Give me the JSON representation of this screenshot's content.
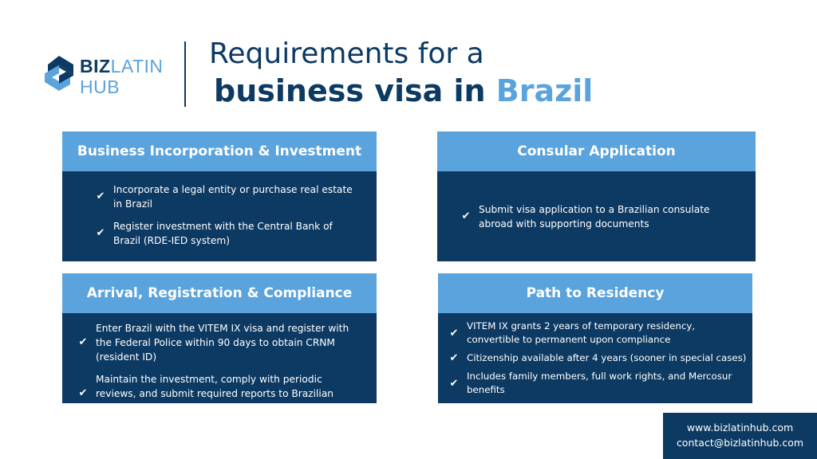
{
  "brand": {
    "name_part1": "BIZ",
    "name_part2": "LATIN",
    "name_part3": "HUB",
    "colors": {
      "navy": "#0d3a63",
      "light_blue": "#5aa3dc",
      "white": "#ffffff"
    },
    "icon": "bizlatinhub-logo-icon"
  },
  "title": {
    "line1": "Requirements for a",
    "line2_main": "business visa in ",
    "line2_accent": "Brazil"
  },
  "cards": [
    {
      "heading": "Business Incorporation & Investment",
      "items": [
        "Incorporate a legal entity or purchase real estate in Brazil",
        "Register investment with the Central Bank of Brazil (RDE-IED system)"
      ]
    },
    {
      "heading": "Consular Application",
      "items": [
        "Submit visa application to a Brazilian consulate abroad with supporting documents"
      ]
    },
    {
      "heading": "Arrival, Registration & Compliance",
      "items": [
        "Enter Brazil with the VITEM IX visa and register with the Federal Police within 90 days to obtain CRNM (resident ID)",
        "Maintain the investment, comply with periodic reviews, and submit required reports to Brazilian authorities"
      ]
    },
    {
      "heading": "Path to Residency",
      "items": [
        "VITEM IX grants 2 years of temporary residency, convertible to permanent upon compliance",
        "Citizenship available after 4 years (sooner in special cases)",
        "Includes family members, full work rights, and Mercosur benefits"
      ]
    }
  ],
  "check_glyph": "✔",
  "check_icon": "checkmark-icon",
  "contact": {
    "website": "www.bizlatinhub.com",
    "email": "contact@bizlatinhub.com"
  }
}
